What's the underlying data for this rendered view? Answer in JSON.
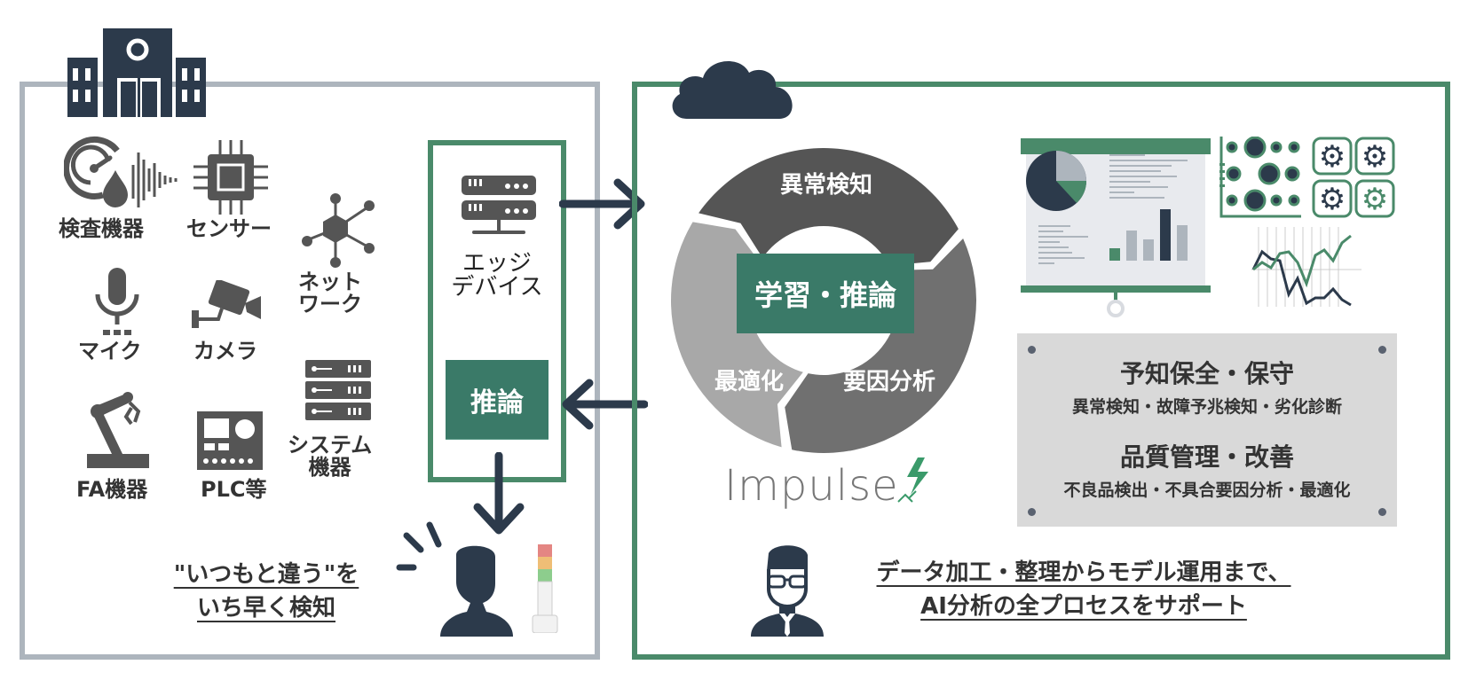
{
  "colors": {
    "navy": "#2c3a4b",
    "green": "#3a7a68",
    "green_border": "#4a8a6a",
    "gray_border": "#adb5bd",
    "icon_gray": "#555555",
    "cycle_dark": "#555555",
    "cycle_mid": "#707070",
    "cycle_light": "#a8a8a8",
    "summary_bg": "#d9d9d9"
  },
  "onsite": {
    "icon": "factory-building-icon",
    "devices": [
      {
        "label": "検査機器",
        "icon": "inspection-gauge-icon"
      },
      {
        "label": "センサー",
        "icon": "sensor-chip-icon"
      },
      {
        "label": "ネット\nワーク",
        "line1": "ネット",
        "line2": "ワーク",
        "icon": "network-icon"
      },
      {
        "label": "マイク",
        "icon": "microphone-icon"
      },
      {
        "label": "カメラ",
        "icon": "camera-icon"
      },
      {
        "label": "システム\n機器",
        "line1": "システム",
        "line2": "機器",
        "icon": "server-rack-icon"
      },
      {
        "label": "FA機器",
        "icon": "robot-arm-icon"
      },
      {
        "label": "PLC等",
        "icon": "plc-icon"
      }
    ],
    "edge_device": {
      "line1": "エッジ",
      "line2": "デバイス",
      "inference": "推論"
    },
    "caption": {
      "line1": "\"いつもと違う\"を",
      "line2": "いち早く検知"
    }
  },
  "cloud": {
    "icon": "cloud-icon",
    "cycle": {
      "center": "学習・推論",
      "segments": [
        "異常検知",
        "要因分析",
        "最適化"
      ]
    },
    "logo": "Impulse",
    "use_cases": [
      {
        "title": "予知保全・保守",
        "detail": "異常検知・故障予兆検知・劣化診断"
      },
      {
        "title": "品質管理・改善",
        "detail": "不良品検出・不具合要因分析・最適化"
      }
    ],
    "caption": {
      "line1": "データ加工・整理からモデル運用まで、",
      "line2": "AI分析の全プロセスをサポート"
    }
  }
}
